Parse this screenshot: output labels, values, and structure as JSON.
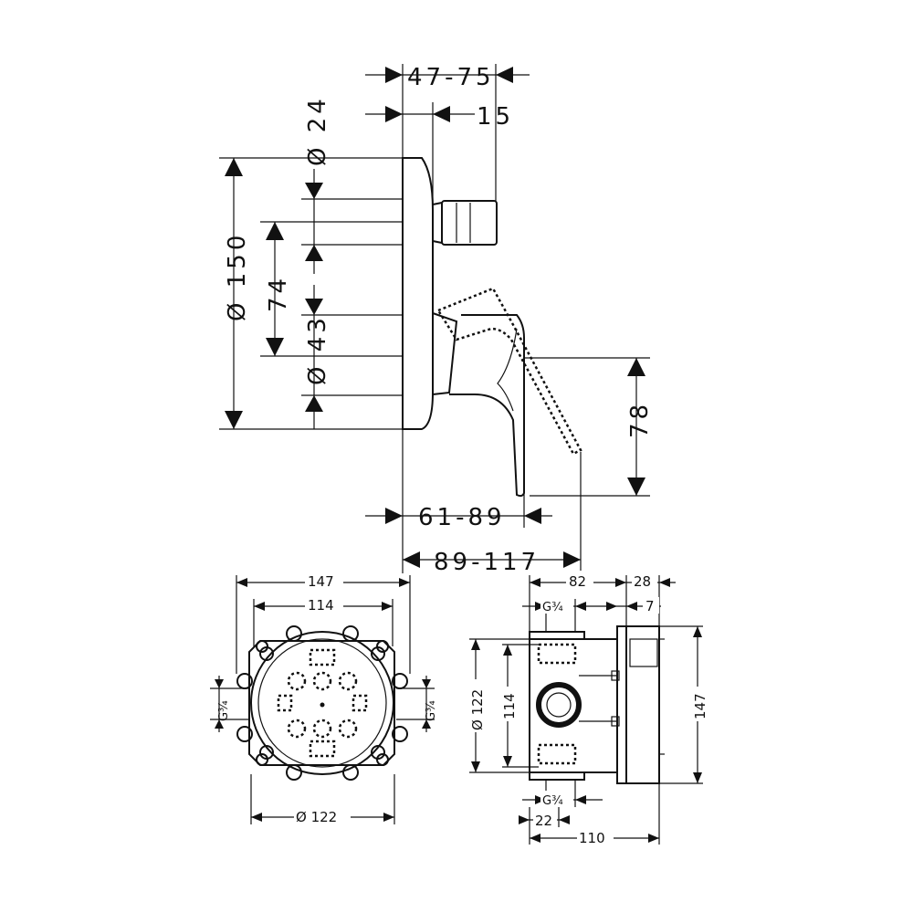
{
  "side_view": {
    "dim_depth_range": "47-75",
    "dim_spout_length": "15",
    "dim_spout_diameter": "Ø 24",
    "dim_plate_diameter": "Ø 150",
    "dim_center_distance": "74",
    "dim_lever_diameter": "Ø 43",
    "dim_lever_height": "78",
    "dim_lever_projection": "61-89",
    "dim_total_projection": "89-117"
  },
  "front_view": {
    "dim_flange_width": "147",
    "dim_bolt_span": "114",
    "dim_body_diameter": "Ø 122",
    "thread_left": "G¾",
    "thread_right": "G¾"
  },
  "box_view": {
    "dim_depth": "82",
    "dim_cap": "28",
    "dim_offset": "7",
    "thread_top": "G¾",
    "thread_bottom": "G¾",
    "dim_inner_diameter": "Ø 122",
    "dim_inner_height": "114",
    "dim_outer_height": "147",
    "dim_port_offset": "22",
    "dim_total_depth": "110"
  }
}
